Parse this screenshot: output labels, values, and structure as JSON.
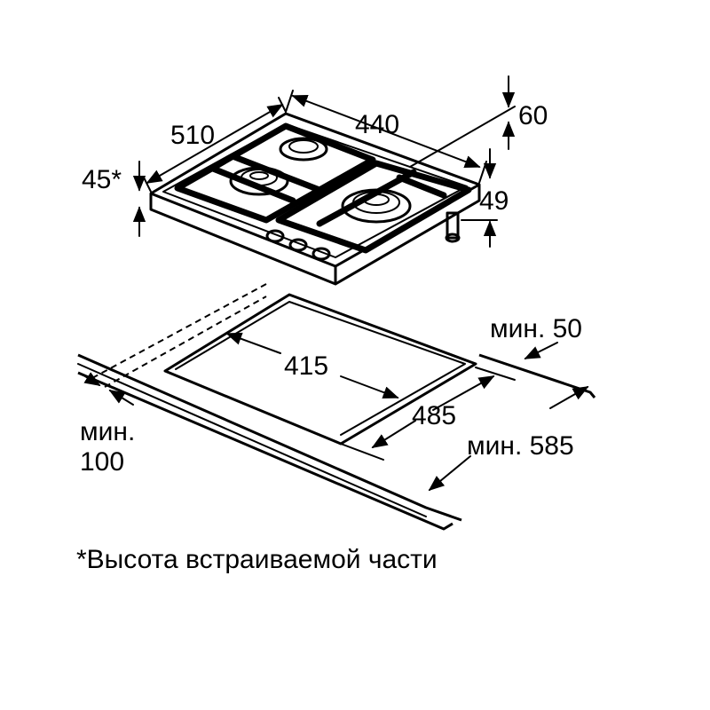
{
  "dimensions": {
    "width_top": "440",
    "depth_top": "510",
    "height_total": "60",
    "height_built_in": "45*",
    "height_side": "49",
    "min_back": "мин. 50",
    "cutout_width": "415",
    "cutout_depth": "485",
    "min_depth": "мин. 585",
    "min_front_line1": "мин.",
    "min_front_line2": "100"
  },
  "footnote": "*Высота встраиваемой части"
}
